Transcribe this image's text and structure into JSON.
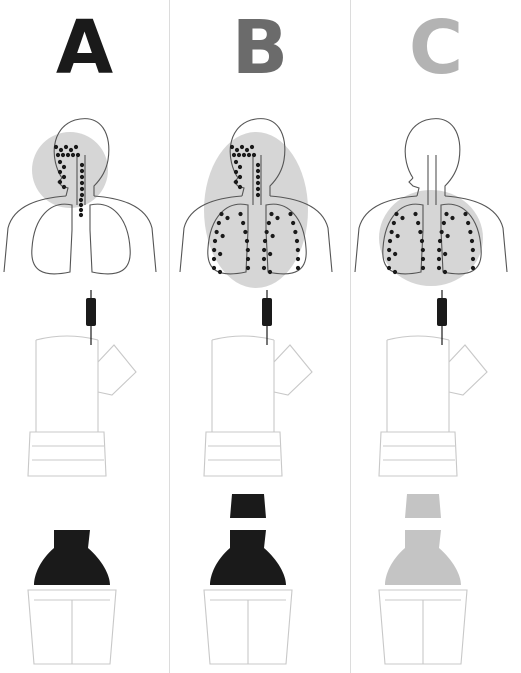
{
  "panels": [
    {
      "id": "a",
      "letter": "A",
      "letter_color": "#1a1a1a",
      "zone": "upper-airway",
      "has_adapter_cap": false,
      "cone_color": "#1a1a1a",
      "cap_color": ""
    },
    {
      "id": "b",
      "letter": "B",
      "letter_color": "#6b6b6b",
      "zone": "whole-airway",
      "has_adapter_cap": true,
      "cone_color": "#1a1a1a",
      "cap_color": "#1a1a1a"
    },
    {
      "id": "c",
      "letter": "C",
      "letter_color": "#b3b3b3",
      "zone": "lungs",
      "has_adapter_cap": true,
      "cone_color": "#c4c4c4",
      "cap_color": "#c4c4c4"
    }
  ],
  "colors": {
    "deposition_zone": "#d6d6d6",
    "outline": "#555555",
    "faint_outline": "#c8c8c8",
    "particle": "#1a1a1a",
    "clip": "#1a1a1a"
  }
}
